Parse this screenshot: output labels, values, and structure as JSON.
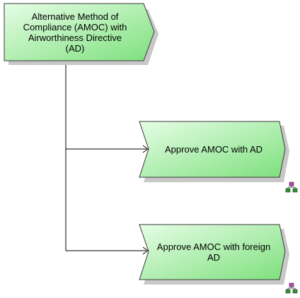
{
  "diagram": {
    "root": {
      "label_lines": [
        "Alternative Method of",
        "Compliance (AMOC) with",
        "Airworthiness Directive",
        "(AD)"
      ]
    },
    "children": [
      {
        "label_lines": [
          "Approve AMOC with AD"
        ],
        "has_assignment_icon": true
      },
      {
        "label_lines": [
          "Approve AMOC with foreign",
          "AD"
        ],
        "has_assignment_icon": true
      }
    ],
    "colors": {
      "fill_light": "#e6fde6",
      "fill_dark": "#7ee07e",
      "stroke": "#3a3a3a",
      "shadow": "#c8c8c8",
      "connector": "#000000",
      "icon_top": "#c040c0",
      "icon_bottom": "#2a9a2a"
    },
    "icon_name": "assignment-hierarchy-icon"
  }
}
